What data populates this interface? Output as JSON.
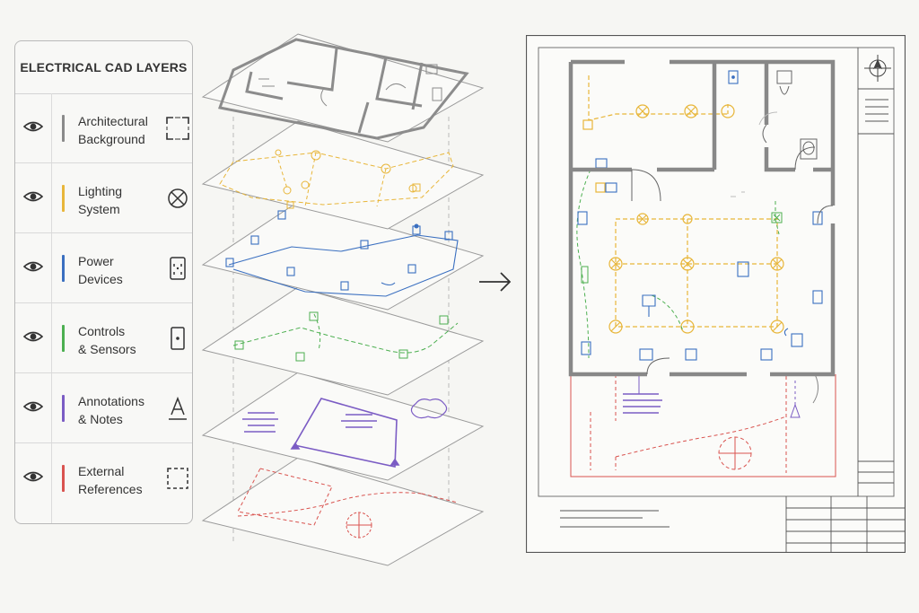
{
  "panel": {
    "title": "ELECTRICAL CAD LAYERS",
    "layers": [
      {
        "line1": "Architectural",
        "line2": "Background",
        "color": "#8a8a8a",
        "icon": "room-corners-icon"
      },
      {
        "line1": "Lighting",
        "line2": "System",
        "color": "#e8b63a",
        "icon": "light-fixture-icon"
      },
      {
        "line1": "Power",
        "line2": "Devices",
        "color": "#3a6fc0",
        "icon": "outlet-icon"
      },
      {
        "line1": "Controls",
        "line2": "& Sensors",
        "color": "#4caf50",
        "icon": "switch-icon"
      },
      {
        "line1": "Annotations",
        "line2": "& Notes",
        "color": "#7b5cc4",
        "icon": "text-annotation-icon"
      },
      {
        "line1": "External",
        "line2": "References",
        "color": "#d9534f",
        "icon": "dashed-box-icon"
      }
    ]
  },
  "colors": {
    "architecture": "#8c8c8c",
    "lighting": "#e8b63a",
    "power": "#3a6fc0",
    "controls": "#4caf50",
    "annotations": "#7b5cc4",
    "references": "#d9534f"
  }
}
